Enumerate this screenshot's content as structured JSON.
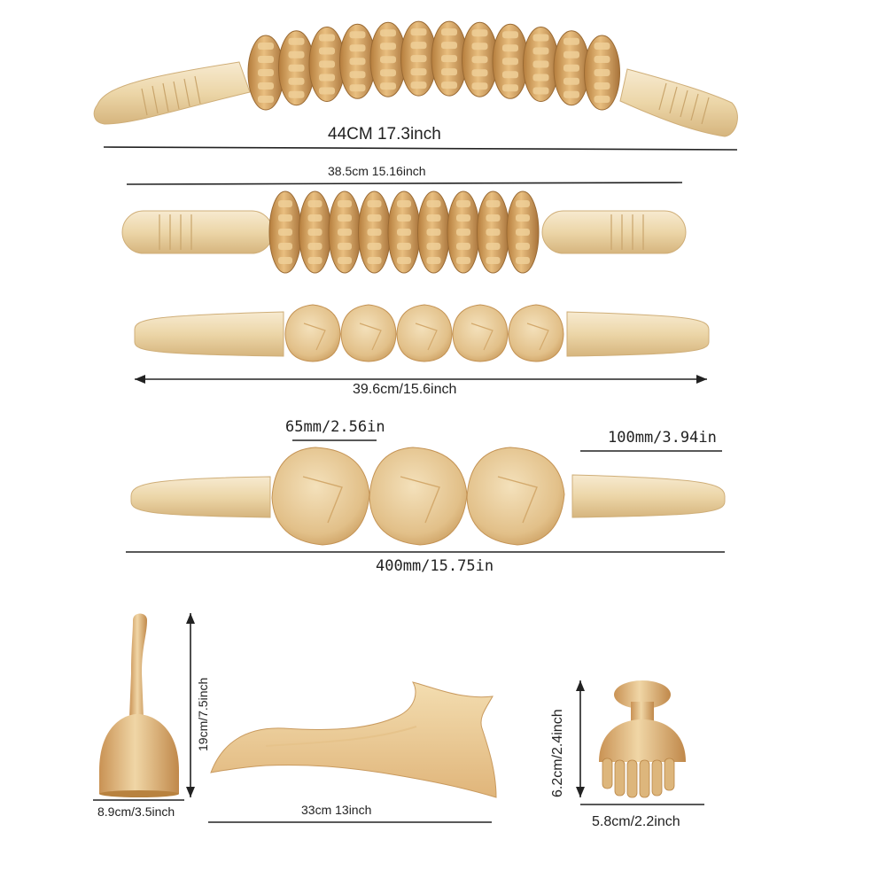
{
  "colors": {
    "wood_light": "#f1dfb7",
    "wood_mid": "#e7c48a",
    "wood_dark": "#c99252",
    "wood_shadow": "#a8773d",
    "line": "#222222"
  },
  "products": {
    "roller_12": {
      "icon": "wooden-roller-12-wheels",
      "label_length": "44CM   17.3inch"
    },
    "roller_9": {
      "icon": "wooden-roller-9-wheels",
      "label_length": "38.5cm      15.16inch"
    },
    "roller_5_cubes": {
      "icon": "wooden-roller-5-cubes",
      "label_length": "39.6cm/15.6inch"
    },
    "roller_3_cubes": {
      "icon": "wooden-roller-3-cubes",
      "label_cube": "65mm/2.56in",
      "label_handle": "100mm/3.94in",
      "label_length": "400mm/15.75in"
    },
    "cup": {
      "icon": "wooden-cup",
      "label_height": "19cm/7.5inch",
      "label_width": "8.9cm/3.5inch"
    },
    "gua_sha_board": {
      "icon": "wooden-gua-sha-board",
      "label_length": "33cm    13inch"
    },
    "mushroom_massager": {
      "icon": "wooden-mushroom-massager",
      "label_height": "6.2cm/2.4inch",
      "label_width": "5.8cm/2.2inch"
    }
  }
}
